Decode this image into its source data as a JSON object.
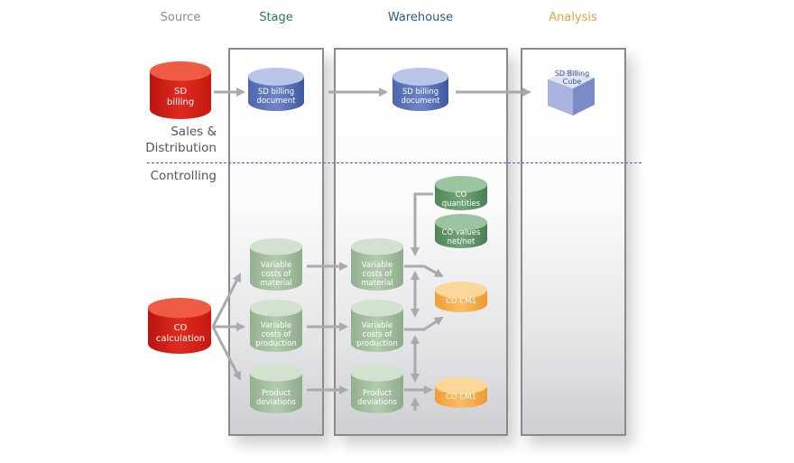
{
  "columns": {
    "source": {
      "label": "Source",
      "color": "#8a8a8a"
    },
    "stage": {
      "label": "Stage",
      "color": "#2f7a4f"
    },
    "warehouse": {
      "label": "Warehouse",
      "color": "#2a5a8f"
    },
    "analysis": {
      "label": "Analysis",
      "color": "#e3a43a"
    }
  },
  "sections": {
    "sales": "Sales & Distribution",
    "sales_line1": "Sales &",
    "sales_line2": "Distribution",
    "controlling": "Controlling"
  },
  "nodes": {
    "sd_billing_source": {
      "line1": "SD",
      "line2": "billing",
      "type": "source"
    },
    "sd_billing_stage": {
      "line1": "SD billing",
      "line2": "document",
      "type": "stage"
    },
    "sd_billing_warehouse": {
      "line1": "SD billing",
      "line2": "document",
      "type": "warehouse"
    },
    "sd_billing_cube": {
      "line1": "SD Billing",
      "line2": "Cube",
      "type": "cube"
    },
    "co_calculation": {
      "line1": "CO",
      "line2": "calculation",
      "type": "source"
    },
    "stage_var_material": {
      "line1": "Variable",
      "line2": "costs of",
      "line3": "material"
    },
    "stage_var_production": {
      "line1": "Variable",
      "line2": "costs of",
      "line3": "production"
    },
    "stage_product_dev": {
      "line1": "Product",
      "line2": "deviations"
    },
    "wh_var_material": {
      "line1": "Variable",
      "line2": "costs of",
      "line3": "material"
    },
    "wh_var_production": {
      "line1": "Variable",
      "line2": "costs of",
      "line3": "production"
    },
    "wh_product_dev": {
      "line1": "Product",
      "line2": "deviations"
    },
    "co_quantities": {
      "line1": "CO",
      "line2": "quantities"
    },
    "co_values": {
      "line1": "CO values",
      "line2": "net/net"
    },
    "co_cm1_a": {
      "line1": "CO CM1"
    },
    "co_cm1_b": {
      "line1": "CO CM1"
    }
  },
  "colors": {
    "source_red": "#d9261c",
    "blue_cyl": "#5b74b8",
    "green_dark": "#5f9468",
    "green_pale": "#a9c3a4",
    "orange": "#f5ae4e",
    "arrow": "#a9aaad",
    "divider": "#3b6aa6"
  }
}
